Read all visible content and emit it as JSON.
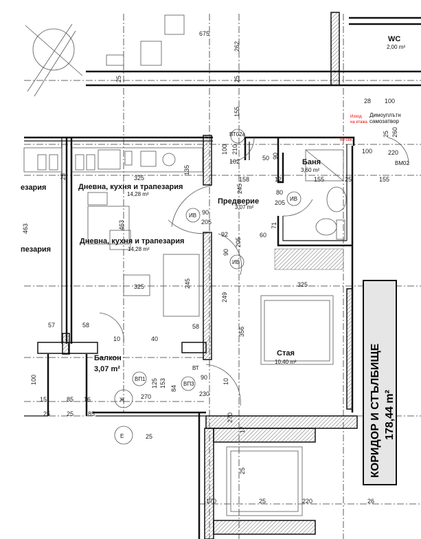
{
  "plan": {
    "rooms": [
      {
        "name": "Дневна, кухня и трапезария",
        "area": "14,28 m²"
      },
      {
        "name": "Дневна, кухня и трапезария",
        "area": "14,28 m²"
      },
      {
        "name": "Предверие",
        "area": "3,07 m²"
      },
      {
        "name": "Баня",
        "area": "3,60 m²"
      },
      {
        "name": "Стая",
        "area": "10,40 m²"
      },
      {
        "name": "Балкон",
        "area": "3,07 m²"
      },
      {
        "name": "WC",
        "area": "2,00 m²"
      }
    ],
    "partial_labels": [
      "езария",
      "пезария"
    ],
    "corridor": {
      "name": "КОРИДОР И СТЪЛБИЩЕ",
      "area": "178,44 m²"
    },
    "door_tags": [
      "ВТ02а",
      "ИВ",
      "ИВ",
      "ИВ",
      "ВП1",
      "ВП3",
      "ВТ",
      "ВМ02",
      "Ж",
      "Е"
    ],
    "notes": [
      "Димоуплътн",
      "самозатвор"
    ],
    "red_notes": [
      "Изход",
      "на етажа",
      "60 сек."
    ],
    "dimensions": [
      "675",
      "262",
      "25",
      "25",
      "155",
      "100",
      "210",
      "102",
      "50",
      "90",
      "158",
      "12",
      "155",
      "25",
      "155",
      "325",
      "25",
      "135",
      "245",
      "80",
      "205",
      "90",
      "205",
      "71",
      "463",
      "463",
      "60",
      "92",
      "90",
      "205",
      "325",
      "245",
      "325",
      "249",
      "356",
      "57",
      "58",
      "58",
      "10",
      "40",
      "100",
      "85",
      "15",
      "16",
      "270",
      "125",
      "153",
      "84",
      "90",
      "230",
      "10",
      "25",
      "25",
      "85",
      "25",
      "270",
      "17",
      "25",
      "25",
      "170",
      "220",
      "26",
      "25",
      "260",
      "100",
      "220",
      "28",
      "100"
    ]
  }
}
